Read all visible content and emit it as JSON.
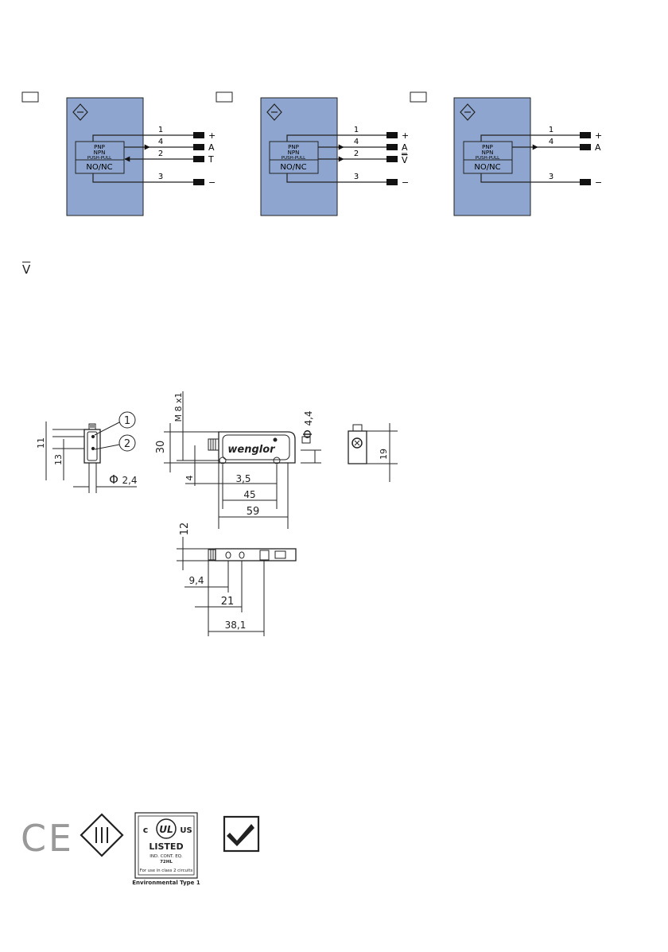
{
  "schematics": [
    {
      "box_label": [
        "PNP",
        "NPN",
        "PUSH-PULL"
      ],
      "mode": "NO/NC",
      "wires": [
        {
          "num": "1",
          "term": "+"
        },
        {
          "num": "4",
          "term": "A"
        },
        {
          "num": "2",
          "term": "T"
        },
        {
          "num": "3",
          "term": "−"
        }
      ]
    },
    {
      "box_label": [
        "PNP",
        "NPN",
        "PUSH-PULL"
      ],
      "mode": "NO/NC",
      "wires": [
        {
          "num": "1",
          "term": "+"
        },
        {
          "num": "4",
          "term": "A"
        },
        {
          "num": "2",
          "term": "V",
          "overline": true
        },
        {
          "num": "3",
          "term": "−"
        }
      ]
    },
    {
      "box_label": [
        "PNP",
        "NPN",
        "PUSH-PULL"
      ],
      "mode": "NO/NC",
      "wires": [
        {
          "num": "1",
          "term": "+"
        },
        {
          "num": "4",
          "term": "A"
        },
        {
          "num": "3",
          "term": "−"
        }
      ]
    }
  ],
  "legend_symbol": "V",
  "drawing": {
    "brand": "wenglor",
    "callouts": [
      "1",
      "2"
    ],
    "dimensions": {
      "front_11": "11",
      "front_13": "13",
      "front_dia": "2,4",
      "side_30": "30",
      "side_thread": "M 8 x1",
      "side_4": "4",
      "side_3_5": "3,5",
      "side_45": "45",
      "side_59": "59",
      "side_dia": "4,4",
      "right_19": "19",
      "top_12": "12",
      "top_9_4": "9,4",
      "top_21": "21",
      "top_38_1": "38,1"
    },
    "dia_symbol": "Φ"
  },
  "certifications": {
    "ce": "CE",
    "ul": {
      "c": "c",
      "ul": "UL",
      "us": "US",
      "listed": "LISTED",
      "eq": "IND. CONT. EQ.",
      "code": "72HL",
      "note": "For use in class 2 circuits",
      "caption": "Environmental Type 1"
    }
  },
  "colors": {
    "sensor_fill": "#8ea6cf",
    "line": "#222222",
    "terminal": "#111111"
  }
}
